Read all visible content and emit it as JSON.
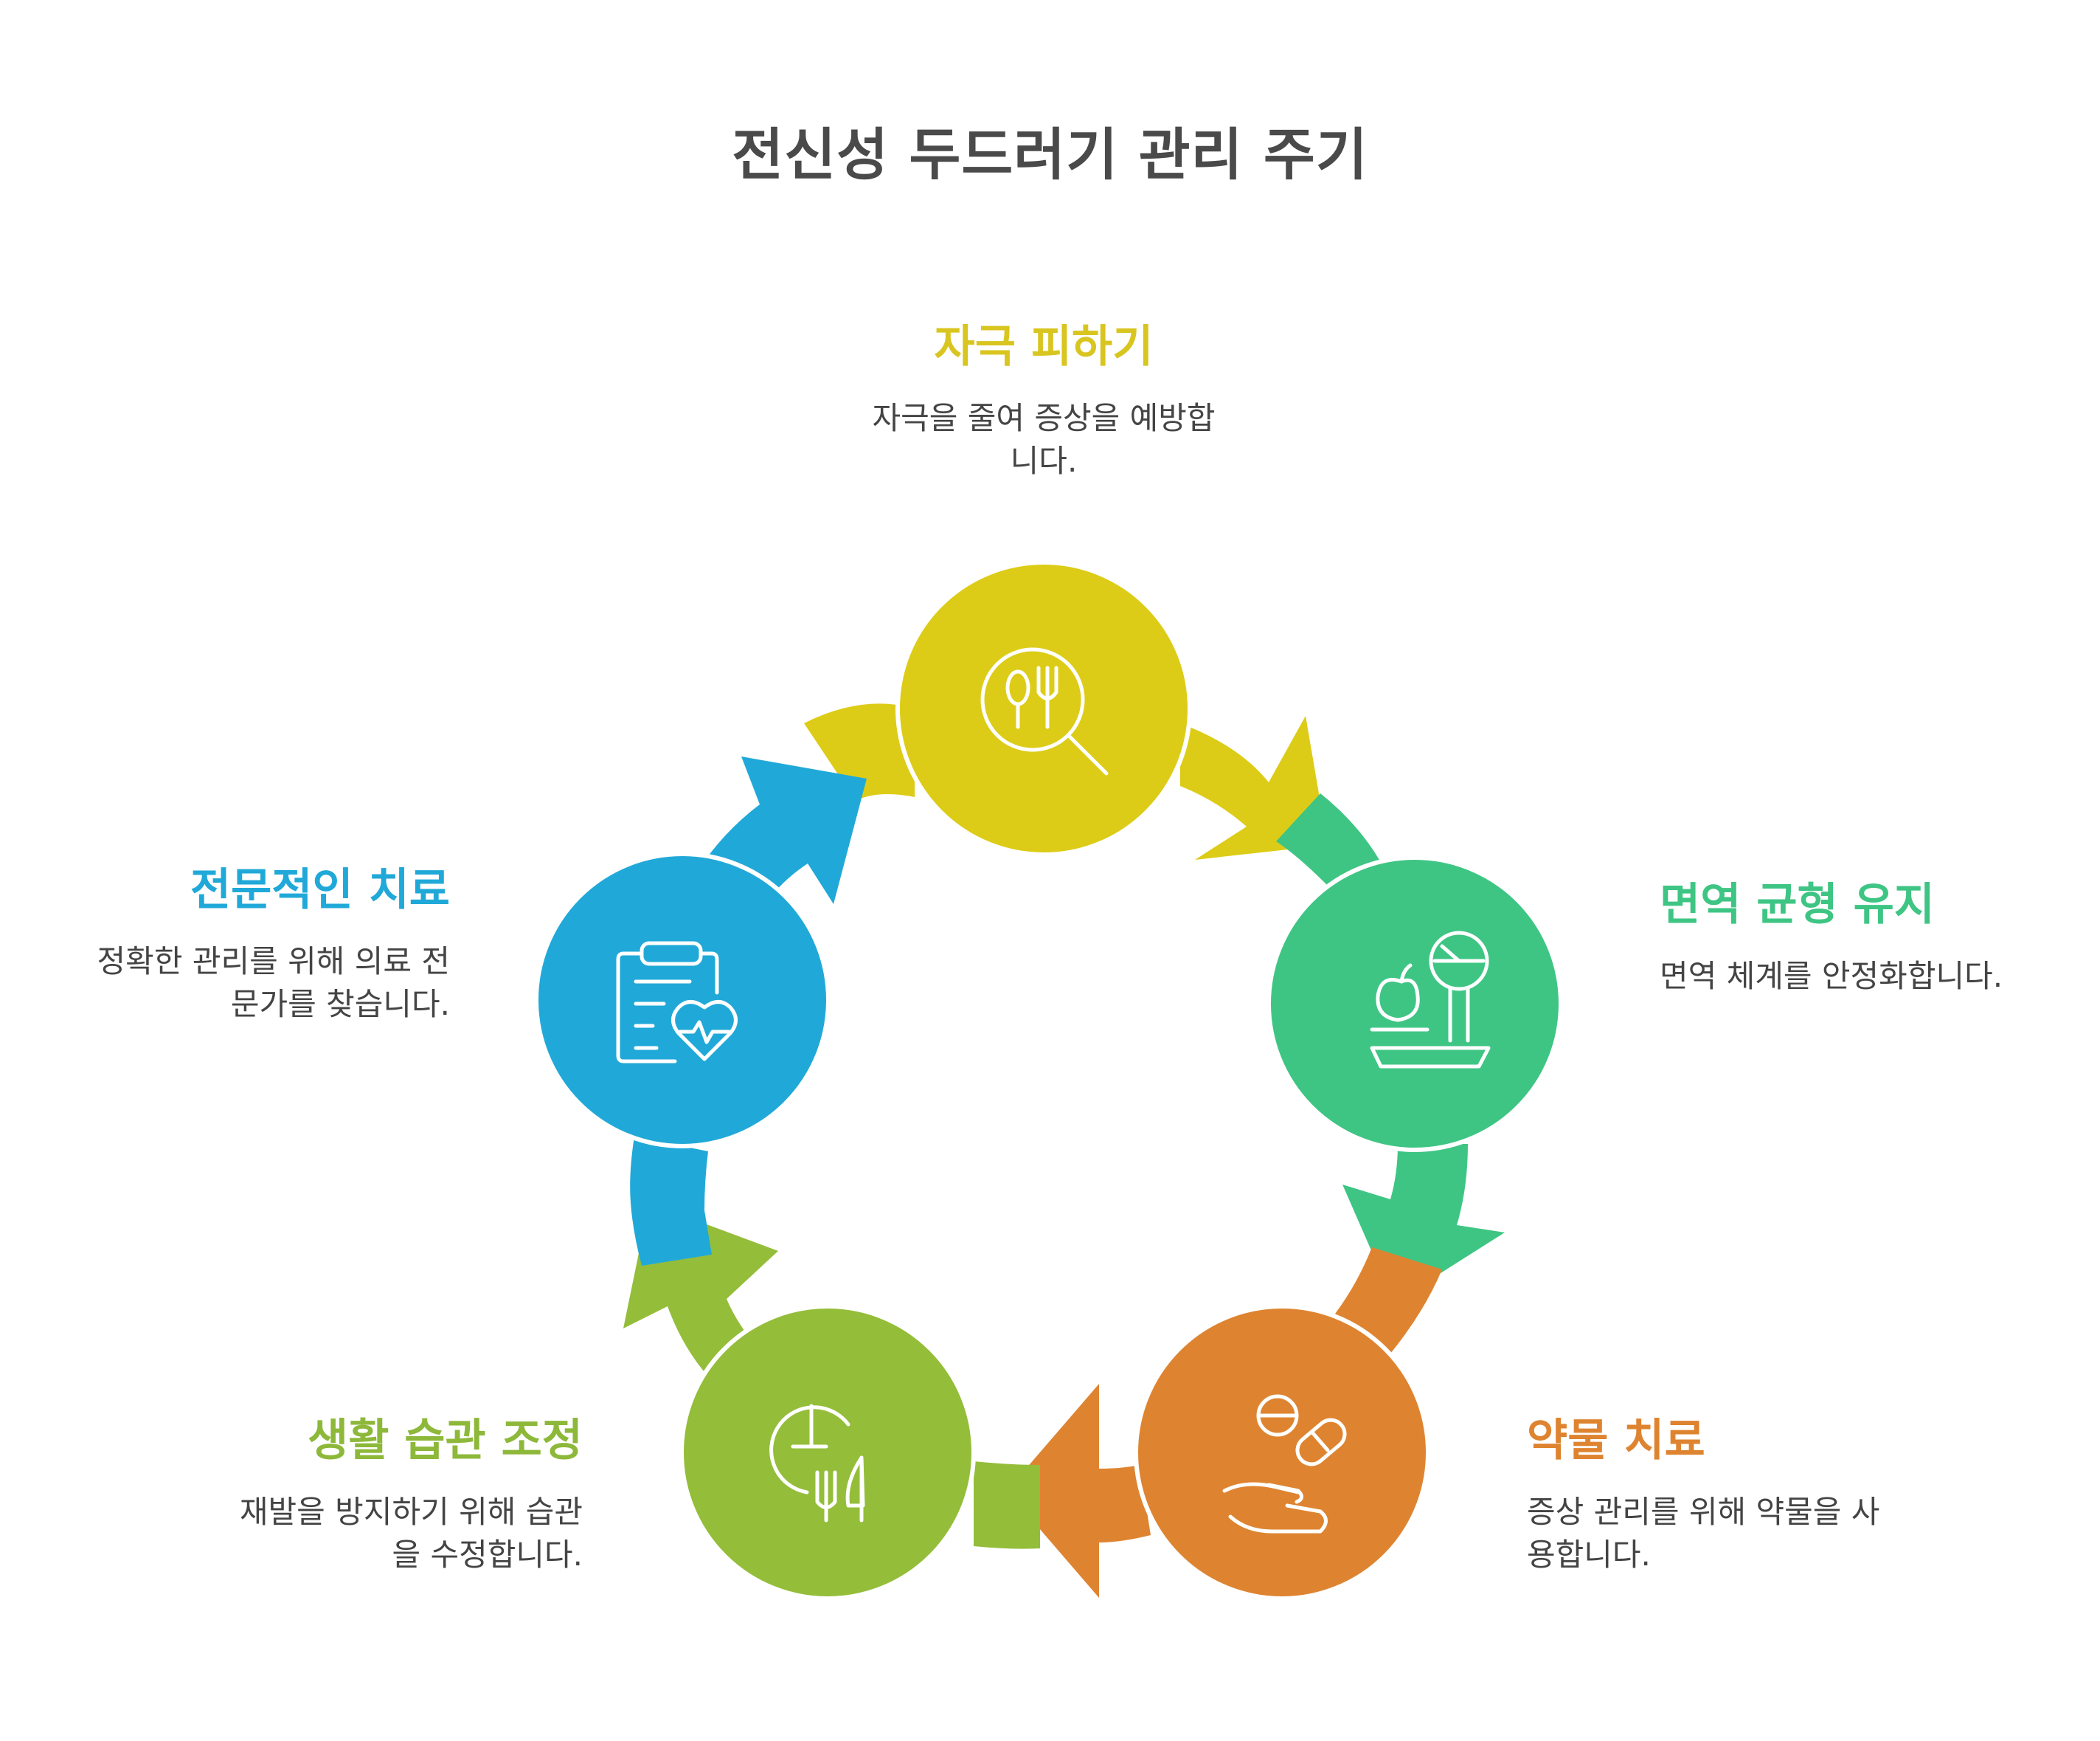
{
  "title": "전신성 두드러기 관리 주기",
  "colors": {
    "yellow": "#DDCC17",
    "green": "#3EC584",
    "orange": "#DE8430",
    "lime": "#94BD3A",
    "blue": "#20A9D8"
  },
  "steps": [
    {
      "heading": "자극 피하기",
      "description_line1": "자극을 줄여 증상을 예방합",
      "description_line2": "니다.",
      "color": "#D9C520",
      "icon": "food-search-icon"
    },
    {
      "heading": "면역 균형 유지",
      "description_line1": "면역 체계를 안정화합니다.",
      "color": "#3EC584",
      "icon": "balance-scale-icon"
    },
    {
      "heading": "약물 치료",
      "description_line1": "증상 관리를 위해 약물을 사",
      "description_line2": "용합니다.",
      "color": "#DE8430",
      "icon": "hand-pills-icon"
    },
    {
      "heading": "생활 습관 조정",
      "description_line1": "재발을 방지하기 위해 습관",
      "description_line2": "을 수정합니다.",
      "color": "#8DB83A",
      "icon": "lifestyle-icon"
    },
    {
      "heading": "전문적인 치료",
      "description_line1": "정확한 관리를 위해 의료 전",
      "description_line2": "문가를 찾습니다.",
      "color": "#20A9D8",
      "icon": "clipboard-heart-icon"
    }
  ]
}
